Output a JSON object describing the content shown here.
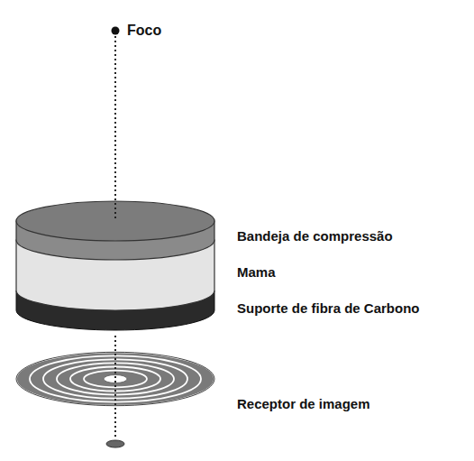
{
  "diagram": {
    "labels": [
      "Foco",
      "Bandeja de compressão",
      "Mama",
      "Suporte de fibra de Carbono",
      "Receptor de imagem"
    ]
  }
}
